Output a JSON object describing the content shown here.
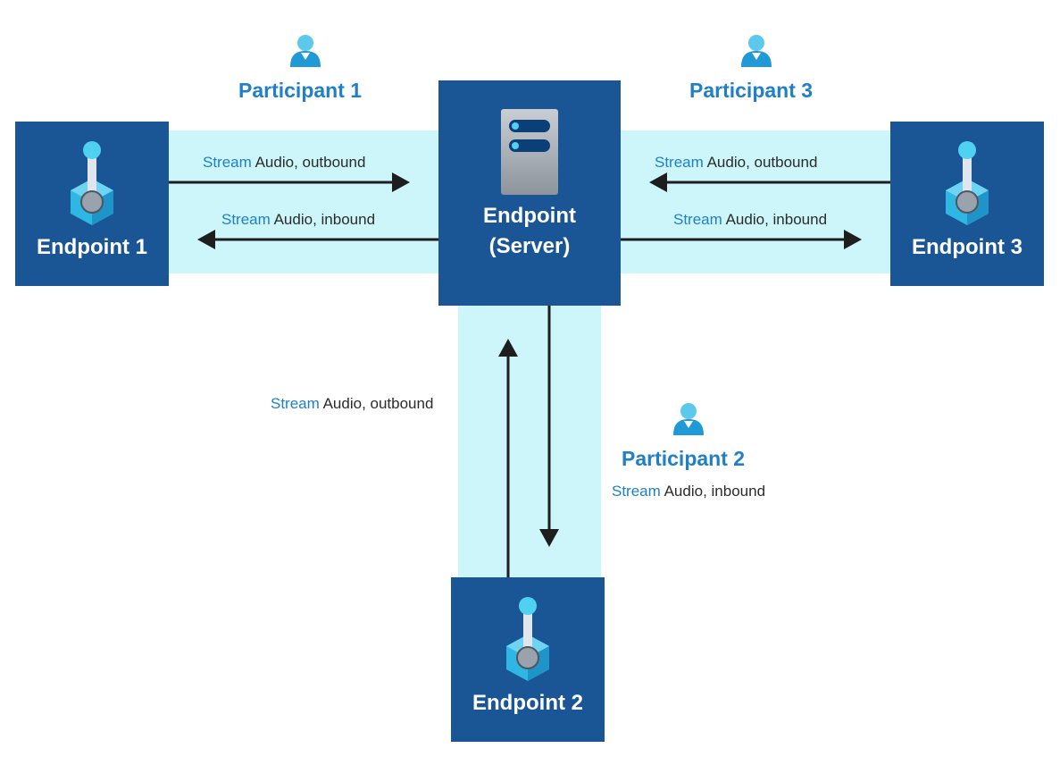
{
  "participants": {
    "p1": "Participant 1",
    "p2": "Participant 2",
    "p3": "Participant 3"
  },
  "endpoints": {
    "e1": "Endpoint 1",
    "e2": "Endpoint 2",
    "e3": "Endpoint 3",
    "server_line1": "Endpoint",
    "server_line2": "(Server)"
  },
  "streams": {
    "stream_word": "Stream",
    "outbound": "Audio, outbound",
    "inbound": "Audio, inbound"
  },
  "colors": {
    "box": "#1a5596",
    "band": "#cdf6fb",
    "accent": "#1f7fc8",
    "arrow": "#1e1e1e"
  },
  "icons": {
    "participant": "person-icon",
    "endpoint": "endpoint-probe-icon",
    "server": "server-icon"
  }
}
